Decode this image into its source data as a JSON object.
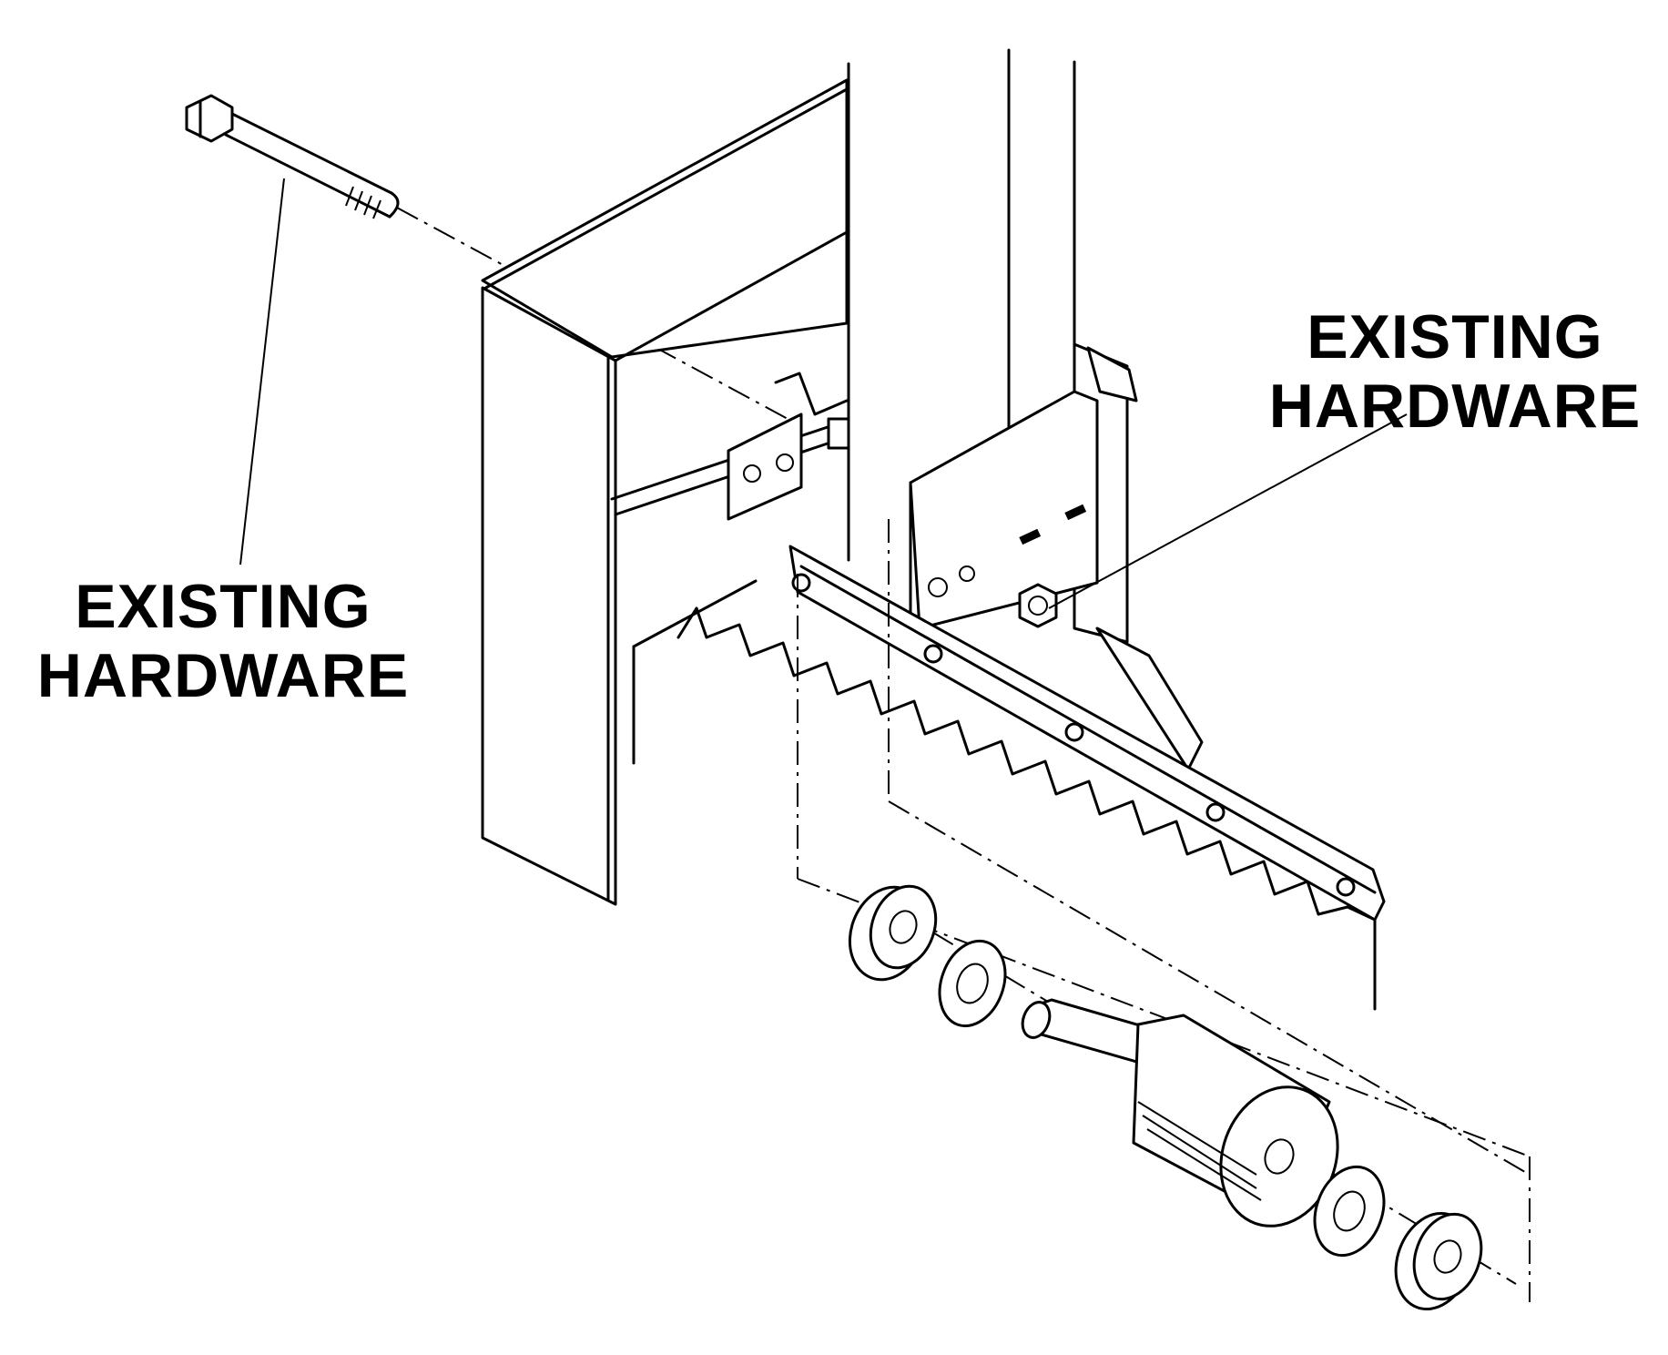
{
  "callouts": {
    "left": {
      "line1": "EXISTING",
      "line2": "HARDWARE"
    },
    "right": {
      "line1": "EXISTING",
      "line2": "HARDWARE"
    }
  },
  "colors": {
    "ink": "#000000",
    "paper": "#ffffff"
  }
}
